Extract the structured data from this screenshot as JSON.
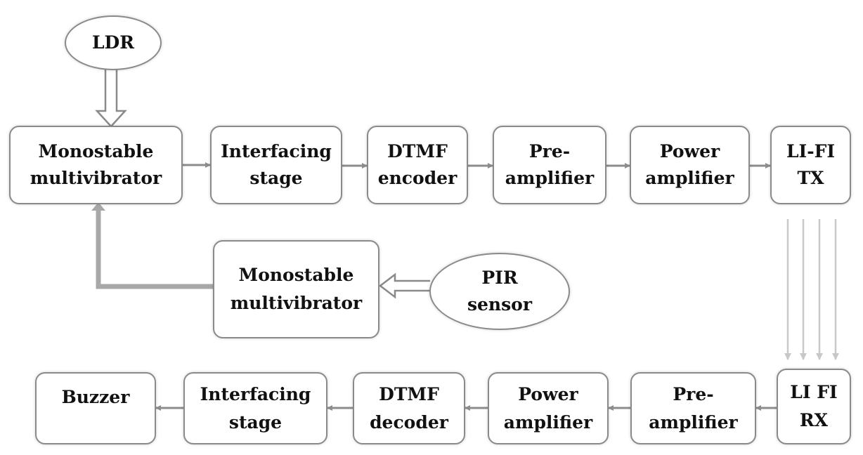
{
  "diagram": {
    "sources": {
      "ldr": "LDR",
      "pir": "PIR\nsensor"
    },
    "transmitter": {
      "monostable_1": "Monostable\nmultivibrator",
      "interfacing": "Interfacing\nstage",
      "dtmf_encoder": "DTMF\nencoder",
      "pre_amplifier": "Pre-\namplifier",
      "power_amplifier": "Power\namplifier",
      "lifi_tx": "LI-FI\nTX"
    },
    "monostable_2": "Monostable\nmultivibrator",
    "receiver": {
      "lifi_rx": "LI FI\nRX",
      "pre_amplifier": "Pre-\namplifier",
      "power_amplifier": "Power\namplifier",
      "dtmf_decoder": "DTMF\ndecoder",
      "interfacing": "Interfacing\nstage",
      "buzzer": "Buzzer"
    }
  }
}
